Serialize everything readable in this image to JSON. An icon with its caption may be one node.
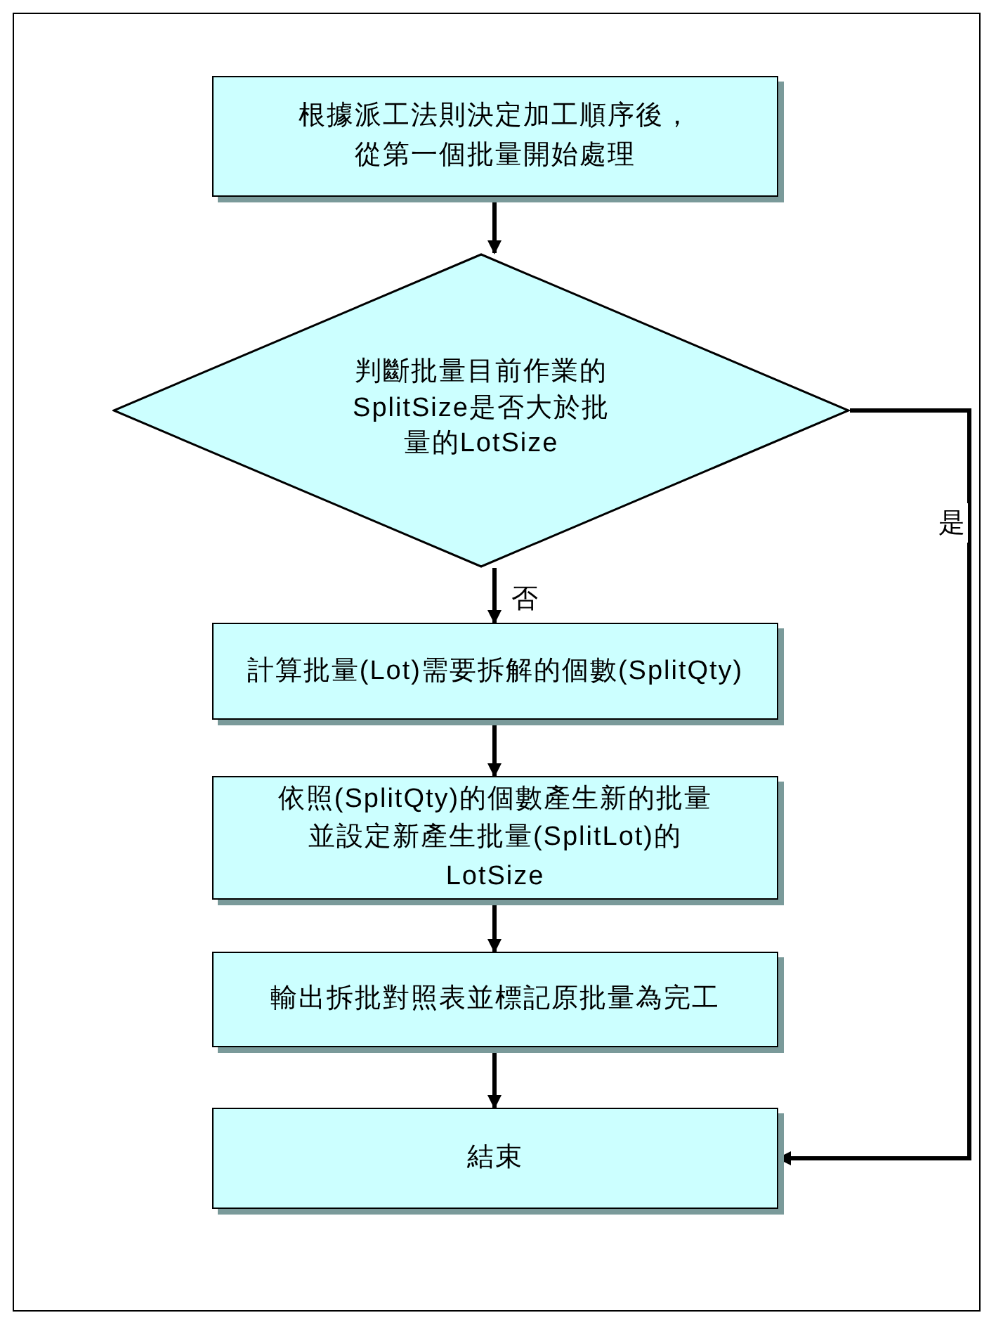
{
  "diagram": {
    "nodes": [
      {
        "text": [
          "根據派工法則決定加工順序後，從第一個批量開始處理"
        ]
      },
      {
        "text": [
          "判斷批量目前作業的SplitSize是否大於批量的LotSize"
        ]
      },
      {
        "text": [
          "計算批量(Lot)需要拆解的個數(SplitQty)"
        ]
      },
      {
        "text": [
          "依照(SplitQty)的個數產生新的批量並設定新產生批量(SplitLot)的LotSize"
        ]
      },
      {
        "text": [
          "輸出拆批對照表並標記原批量為完工"
        ]
      },
      {
        "text": [
          "結束"
        ]
      }
    ],
    "edges": [
      {
        "from": 0,
        "to": 1,
        "arrow": "to"
      },
      {
        "from": 1,
        "to": 2,
        "arrow": "to",
        "label": "否"
      },
      {
        "from": 2,
        "to": 3,
        "arrow": "to"
      },
      {
        "from": 3,
        "to": 4,
        "arrow": "to"
      },
      {
        "from": 4,
        "to": 5,
        "arrow": "to"
      },
      {
        "from": 1,
        "to": 5,
        "arrow": "to",
        "label": "是"
      }
    ]
  }
}
